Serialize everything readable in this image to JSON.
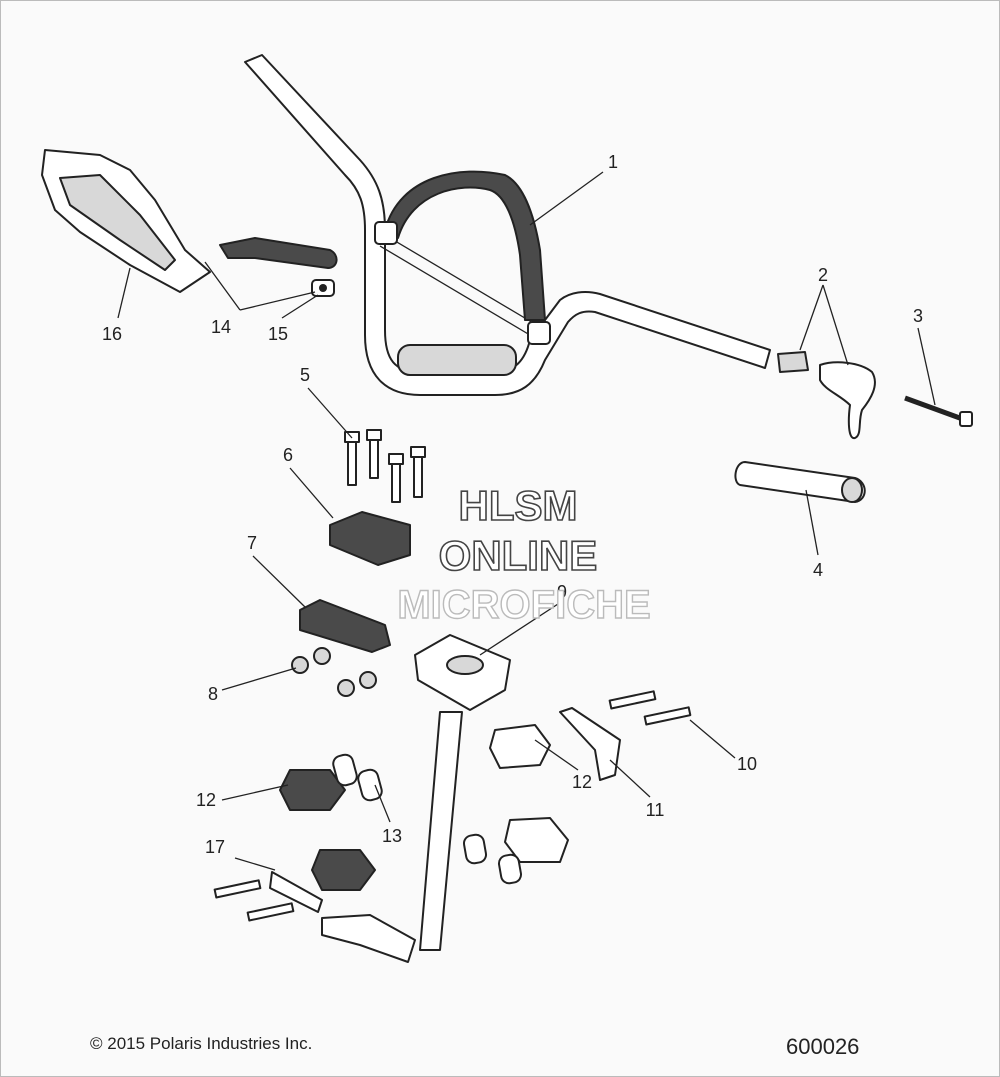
{
  "callouts": {
    "c1": "1",
    "c2": "2",
    "c3": "3",
    "c4": "4",
    "c5": "5",
    "c6": "6",
    "c7": "7",
    "c8": "8",
    "c9": "9",
    "c10": "10",
    "c11": "11",
    "c12a": "12",
    "c12b": "12",
    "c13": "13",
    "c14": "14",
    "c15": "15",
    "c16": "16",
    "c17": "17"
  },
  "watermark": {
    "line1": "HLSM",
    "line2": "ONLINE",
    "line3": "MICROFICHE"
  },
  "footer": {
    "copyright_symbol": "©",
    "copyright": "2015 Polaris Industries Inc.",
    "diagram_id": "600026"
  }
}
